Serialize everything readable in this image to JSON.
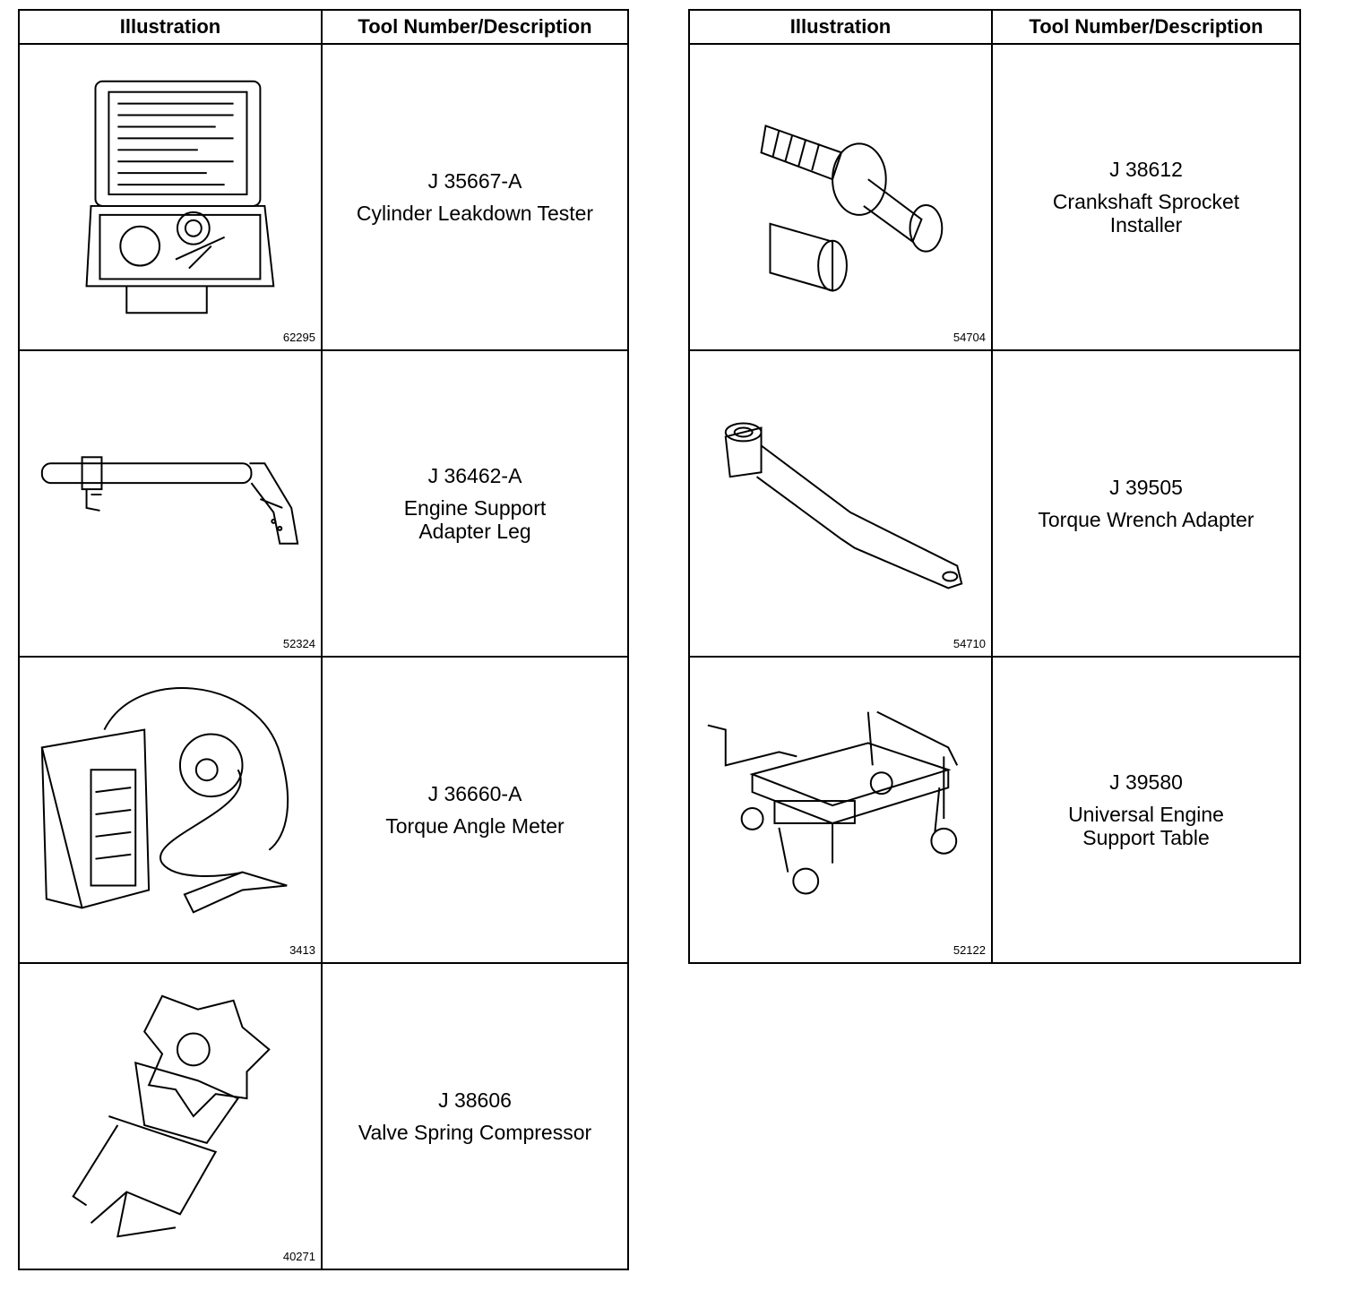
{
  "left_table": {
    "header": {
      "illustration": "Illustration",
      "tool": "Tool Number/Description"
    },
    "rows": [
      {
        "figure": "62295",
        "number": "J 35667-A",
        "description": "Cylinder Leakdown Tester"
      },
      {
        "figure": "52324",
        "number": "J 36462-A",
        "description": "Engine Support\nAdapter Leg"
      },
      {
        "figure": "3413",
        "number": "J 36660-A",
        "description": "Torque Angle Meter"
      },
      {
        "figure": "40271",
        "number": "J 38606",
        "description": "Valve Spring Compressor"
      }
    ]
  },
  "right_table": {
    "header": {
      "illustration": "Illustration",
      "tool": "Tool Number/Description"
    },
    "rows": [
      {
        "figure": "54704",
        "number": "J 38612",
        "description": "Crankshaft Sprocket\nInstaller"
      },
      {
        "figure": "54710",
        "number": "J 39505",
        "description": "Torque Wrench Adapter"
      },
      {
        "figure": "52122",
        "number": "J 39580",
        "description": "Universal Engine\nSupport Table"
      }
    ]
  },
  "icons": {
    "l0": "leakdown-tester-case-icon",
    "l1": "adapter-leg-icon",
    "l2": "torque-angle-meter-icon",
    "l3": "valve-spring-compressor-icon",
    "r0": "sprocket-installer-icon",
    "r1": "torque-wrench-adapter-icon",
    "r2": "engine-support-table-icon"
  }
}
